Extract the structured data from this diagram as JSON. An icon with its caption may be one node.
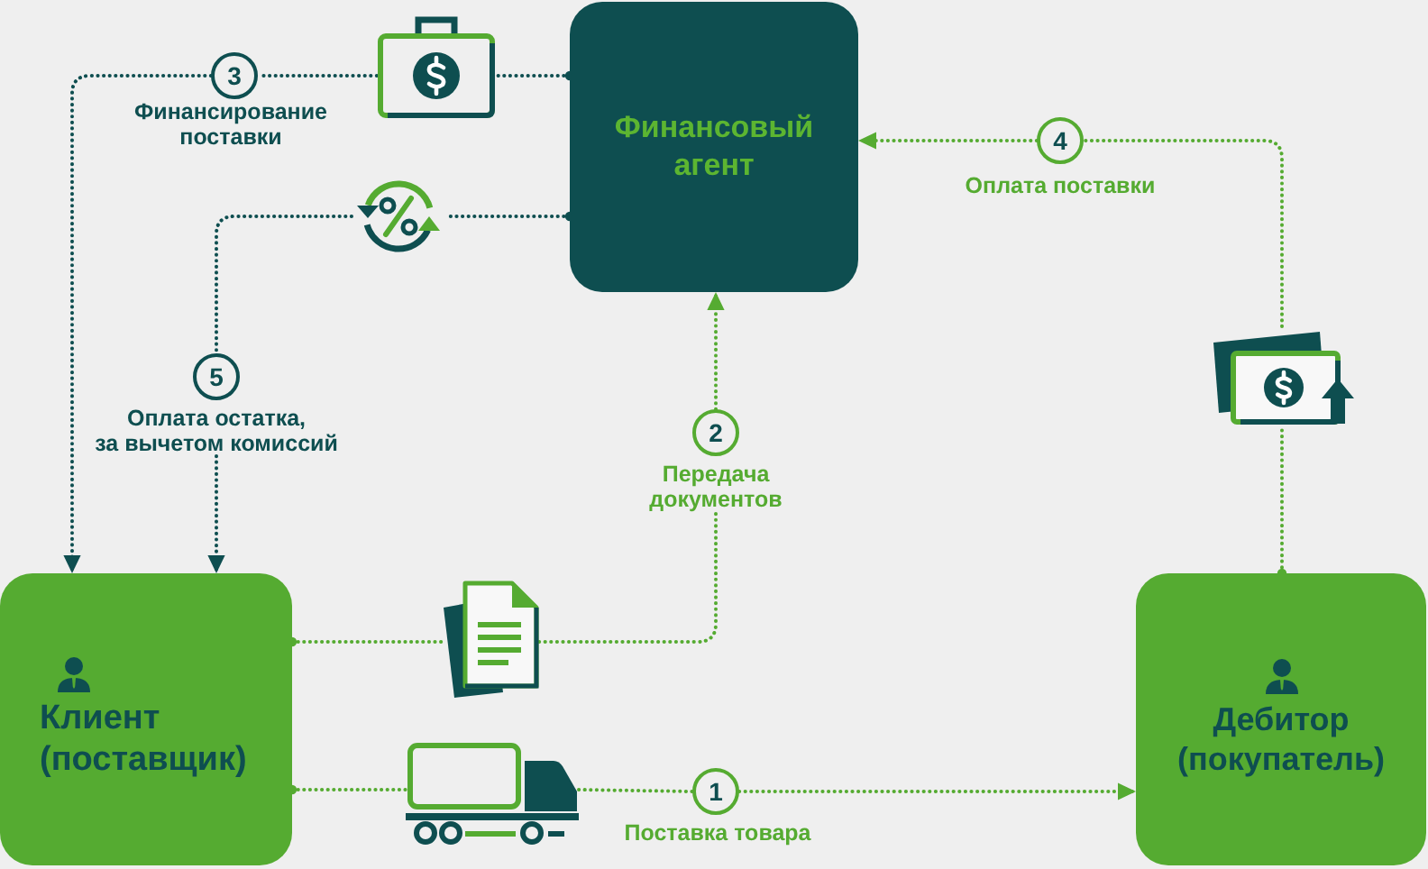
{
  "diagram": {
    "nodes": [
      {
        "text": [
          "Финансовый агент"
        ]
      },
      {
        "text": [
          "Клиент (поставщик)"
        ]
      },
      {
        "text": [
          "Дебитор (покупатель)"
        ]
      },
      {
        "text": [],
        "shape": "picture"
      },
      {
        "text": [
          "1"
        ],
        "beside": [
          "Поставка товара"
        ]
      },
      {
        "text": [],
        "shape": "picture"
      },
      {
        "text": [
          "2"
        ],
        "beside": [
          "Передача документов"
        ]
      },
      {
        "text": [],
        "shape": "picture"
      },
      {
        "text": [
          "3"
        ],
        "beside": [
          "Финансирование поставки"
        ]
      },
      {
        "text": [],
        "shape": "picture"
      },
      {
        "text": [
          "4"
        ],
        "beside": [
          "Оплата поставки"
        ]
      },
      {
        "text": [],
        "shape": "picture"
      },
      {
        "text": [
          "5"
        ],
        "beside": [
          "Оплата остатка, за вычетом комиссий"
        ]
      }
    ],
    "edges": [
      {
        "from": 1,
        "to": 3,
        "arrow": "other"
      },
      {
        "from": 3,
        "to": 4,
        "arrow": "none"
      },
      {
        "from": 4,
        "to": 2,
        "arrow": "to"
      },
      {
        "from": 1,
        "to": 5,
        "arrow": "other"
      },
      {
        "from": 5,
        "to": 6,
        "arrow": "none"
      },
      {
        "from": 6,
        "to": 0,
        "arrow": "to"
      },
      {
        "from": 0,
        "to": 7,
        "arrow": "other",
        "color": "#0e4e50"
      },
      {
        "from": 7,
        "to": 8,
        "arrow": "none",
        "color": "#0e4e50"
      },
      {
        "from": 8,
        "to": 1,
        "arrow": "to",
        "color": "#0e4e50"
      },
      {
        "from": 2,
        "to": 9,
        "arrow": "other"
      },
      {
        "from": 9,
        "to": 10,
        "arrow": "none"
      },
      {
        "from": 10,
        "to": 0,
        "arrow": "to"
      },
      {
        "from": 0,
        "to": 11,
        "arrow": "other",
        "color": "#0e4e50"
      },
      {
        "from": 11,
        "to": 12,
        "arrow": "none",
        "color": "#0e4e50"
      },
      {
        "from": 12,
        "to": 1,
        "arrow": "to",
        "color": "#0e4e50"
      }
    ]
  }
}
